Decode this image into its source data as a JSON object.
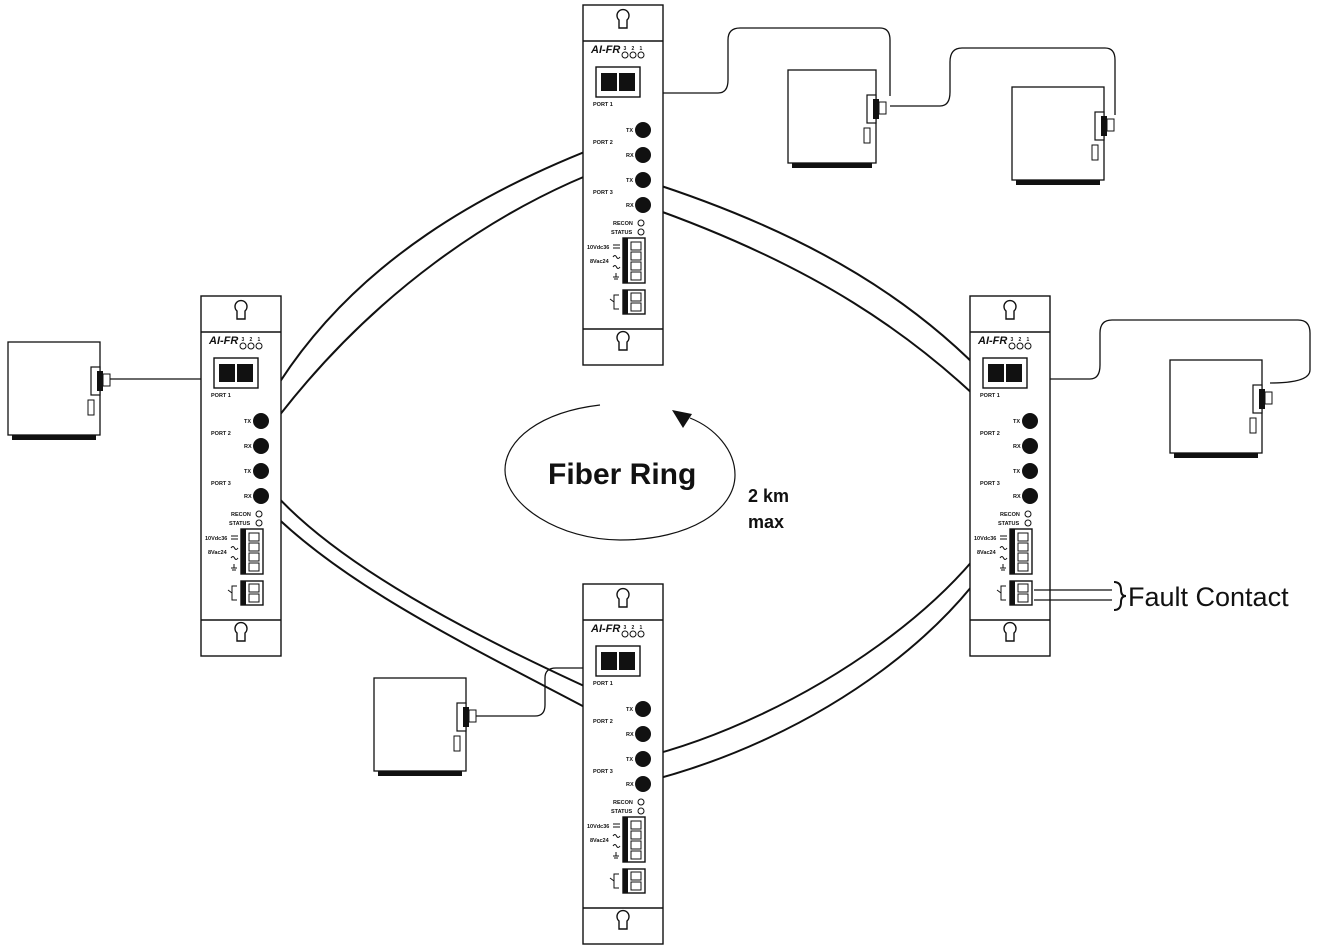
{
  "diagram": {
    "center_label": "Fiber Ring",
    "distance_line1": "2 km",
    "distance_line2": "max",
    "fault_label": "Fault Contact",
    "module": {
      "model": "AI-FR",
      "led_numbers": [
        "3",
        "2",
        "1"
      ],
      "port1": "PORT 1",
      "port2": "PORT 2",
      "port3": "PORT 3",
      "tx": "TX",
      "rx": "RX",
      "recon": "RECON",
      "status": "STATUS",
      "volt_dc": "10Vdc36",
      "volt_ac": "8Vac24"
    },
    "modules": [
      "top",
      "left",
      "right",
      "bottom"
    ],
    "devices": [
      "top-pc-a",
      "top-pc-b",
      "left-pc",
      "right-pc",
      "bottom-pc"
    ]
  }
}
